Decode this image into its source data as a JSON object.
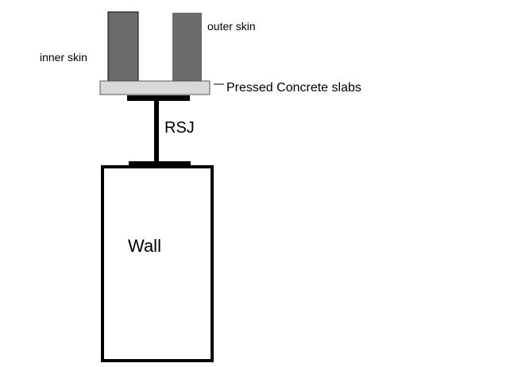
{
  "labels": {
    "outer_skin": "outer skin",
    "inner_skin": "inner skin",
    "slabs": "Pressed Concrete slabs",
    "rsj": "RSJ",
    "wall": "Wall"
  },
  "colors": {
    "skin_fill": "#6b6b6b",
    "slab_fill": "#d9d9d9",
    "outline": "#000000",
    "background": "#ffffff"
  }
}
